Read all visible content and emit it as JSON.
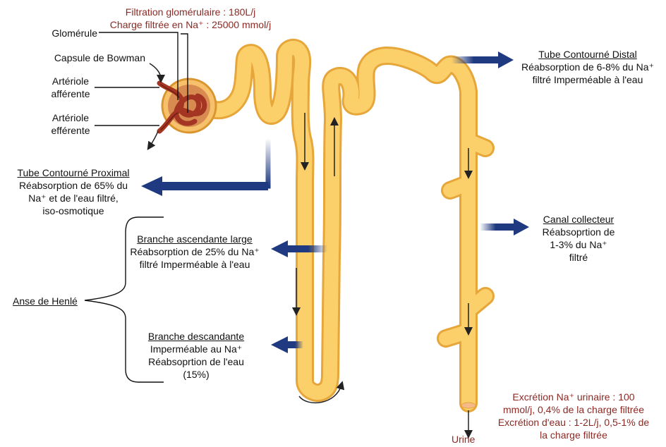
{
  "filtration": {
    "line1": "Filtration glomérulaire : 180L/j",
    "line2": "Charge filtrée en Na⁺ : 25000 mmol/j"
  },
  "glomerulus_labels": {
    "glomerule": "Glomérule",
    "capsule": "Capsule de Bowman",
    "afferent_1": "Artériole",
    "afferent_2": "afférente",
    "efferent_1": "Artériole",
    "efferent_2": "efférente"
  },
  "tcp": {
    "title": "Tube Contourné Proximal",
    "line1": "Réabsorption de 65% du",
    "line2": "Na⁺ et de l'eau filtré,",
    "line3": "iso-osmotique"
  },
  "ascending": {
    "title": "Branche ascendante large",
    "line1": "Réabsorption de 25% du Na⁺",
    "line2": "filtré Imperméable à l'eau"
  },
  "henle": {
    "title": "Anse de Henlé"
  },
  "descending": {
    "title": "Branche descandante",
    "line1": "Imperméable au Na⁺",
    "line2": "Réabsoprtion de l'eau",
    "line3": "(15%)"
  },
  "tcd": {
    "title": "Tube Contourné Distal",
    "line1": "Réabsorption de 6-8% du Na⁺",
    "line2": "filtré Imperméable à l'eau"
  },
  "collector": {
    "title": "Canal collecteur",
    "line1": "Réabsoprtion de",
    "line2": "1-3% du Na⁺",
    "line3": "filtré"
  },
  "excretion": {
    "line1": "Excrétion Na⁺ urinaire : 100",
    "line2": "mmol/j, 0,4% de la charge filtrée",
    "line3": "Excrétion d'eau : 1-2L/j, 0,5-1% de",
    "line4": "la charge filtrée"
  },
  "urine": {
    "label": "Urine"
  },
  "colors": {
    "tubule_fill": "#fbcf6a",
    "tubule_stroke": "#e6a63a",
    "arrow_blue": "#1f3a80",
    "text_red": "#8b2a24",
    "vessel": "#a43523"
  }
}
